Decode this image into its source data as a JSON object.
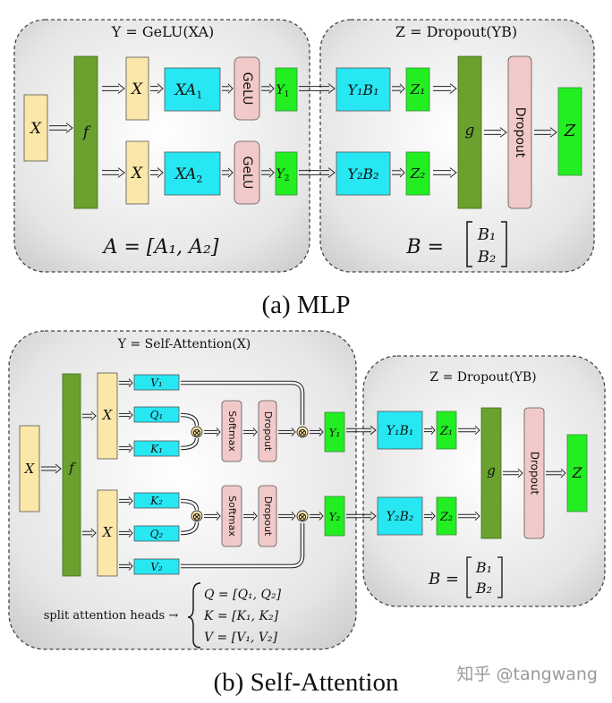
{
  "mlp": {
    "caption": "(a) MLP",
    "left_title": "Y = GeLU(XA)",
    "right_title": "Z = Dropout(YB)",
    "input": "X",
    "f": "f",
    "g": "g",
    "branch_x": "X",
    "xa1": "XA",
    "xa1_sub": "1",
    "xa2": "XA",
    "xa2_sub": "2",
    "gelu": "GeLU",
    "y1": "Y",
    "y1_sub": "1",
    "y2": "Y",
    "y2_sub": "2",
    "yb1": "Y₁B₁",
    "yb2": "Y₂B₂",
    "z1": "Z₁",
    "z2": "Z₂",
    "dropout": "Dropout",
    "z": "Z",
    "a_formula": "A = [A₁, A₂]",
    "b_formula_lhs": "B =",
    "b_row1": "B₁",
    "b_row2": "B₂"
  },
  "attn": {
    "caption": "(b) Self-Attention",
    "left_title": "Y = Self-Attention(X)",
    "right_title": "Z = Dropout(YB)",
    "input": "X",
    "f": "f",
    "g": "g",
    "branch_x": "X",
    "v1": "V₁",
    "q1": "Q₁",
    "k1": "K₁",
    "k2": "K₂",
    "q2": "Q₂",
    "v2": "V₂",
    "softmax": "Softmax",
    "dropout": "Dropout",
    "y1": "Y₁",
    "y2": "Y₂",
    "yb1": "Y₁B₁",
    "yb2": "Y₂B₂",
    "z1": "Z₁",
    "z2": "Z₂",
    "z": "Z",
    "otimes": "⊗",
    "split_label": "split attention heads →",
    "q_formula": "Q = [Q₁, Q₂]",
    "k_formula": "K = [K₁, K₂]",
    "v_formula": "V = [V₁, V₂]",
    "b_formula_lhs": "B =",
    "b_row1": "B₁",
    "b_row2": "B₂"
  },
  "watermark": "知乎 @tangwang",
  "colors": {
    "yellow": "#fbe7a8",
    "dark_green": "#6aa12f",
    "cyan": "#27e7f3",
    "pink": "#f2c9c9",
    "bright_green": "#22ee22",
    "panel": "#dcdcdc"
  }
}
